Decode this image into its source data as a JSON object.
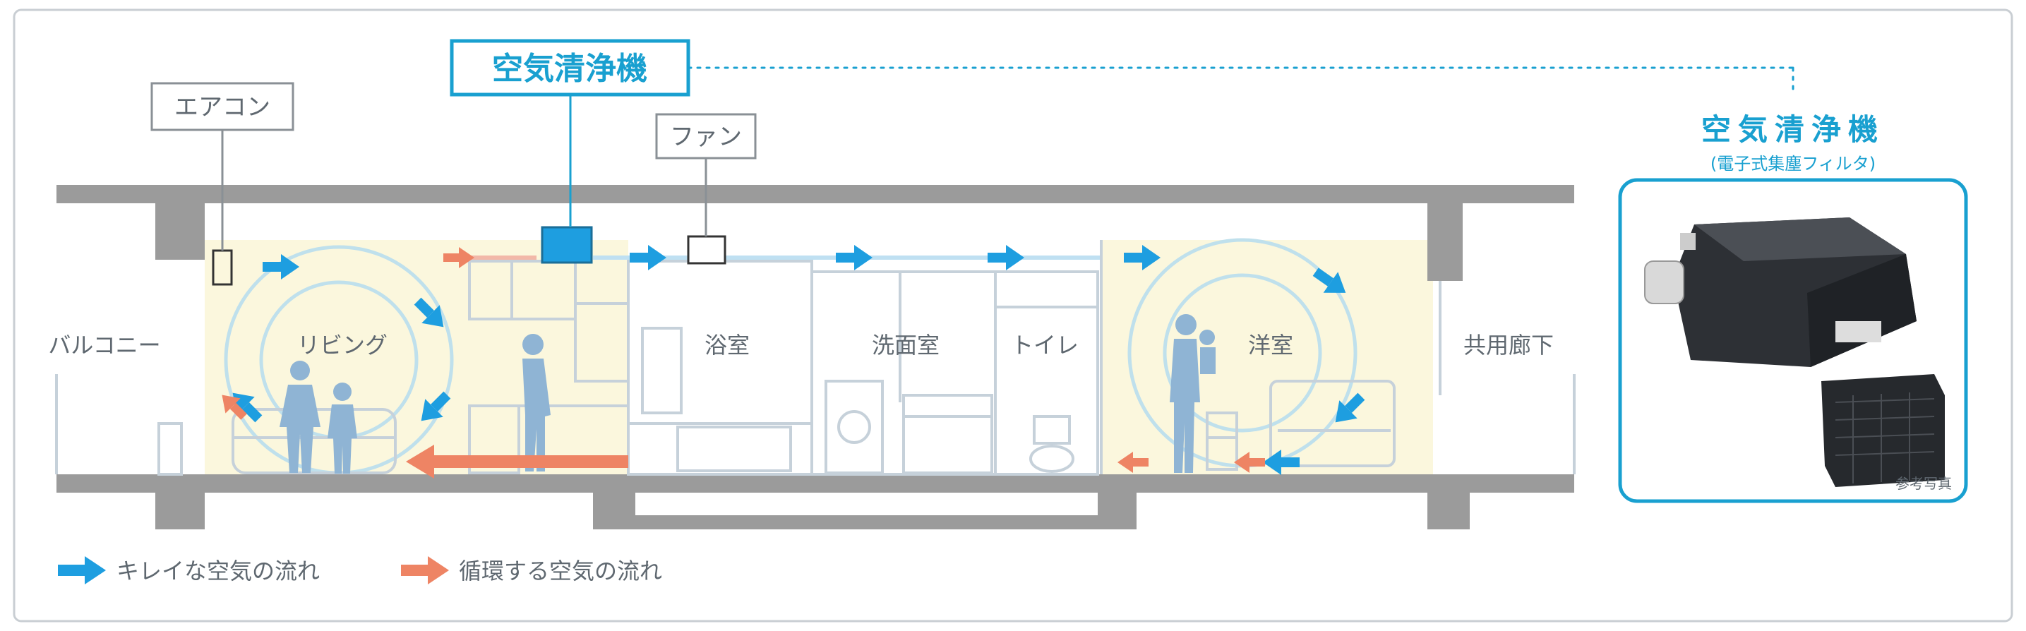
{
  "callouts": {
    "aircon": "エアコン",
    "purifier": "空気清浄機",
    "fan": "ファン"
  },
  "rooms": {
    "balcony": "バルコニー",
    "living": "リビング",
    "bathroom": "浴室",
    "washroom": "洗面室",
    "toilet": "トイレ",
    "western": "洋室",
    "corridor": "共用廊下"
  },
  "product": {
    "title": "空気清浄機",
    "subtitle": "(電子式集塵フィルタ)",
    "caption": "参考写真"
  },
  "legend": {
    "clean": "キレイな空気の流れ",
    "circulate": "循環する空気の流れ"
  },
  "colors": {
    "accent": "#19a0d0",
    "clean_flow": "#1e9ee0",
    "circulate_flow": "#ee8464",
    "wall": "#9b9b9b",
    "room_fill": "#fbf7dd",
    "line": "#c6d1da",
    "label": "#5f6870"
  }
}
